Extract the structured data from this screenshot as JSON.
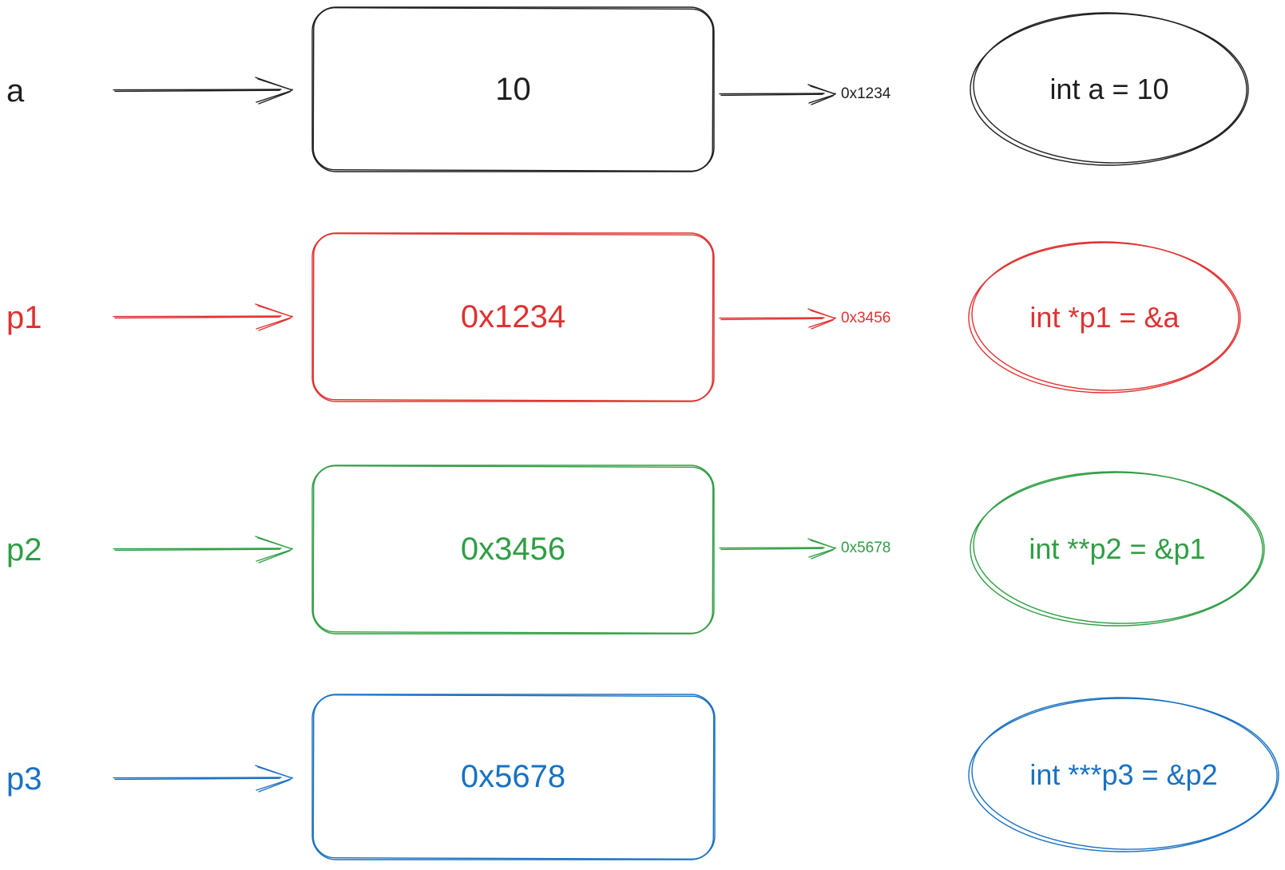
{
  "diagram": {
    "description_visible_text_only": true,
    "colors": {
      "variable_a": "#1e1e1e",
      "pointer_p1": "#e03131",
      "pointer_p2": "#2f9e44",
      "pointer_p3": "#1971c2"
    },
    "rows": [
      {
        "id": "a",
        "var_label": "a",
        "box_value": "10",
        "address_label": "0x1234",
        "declaration": "int a = 10",
        "color": "#1e1e1e"
      },
      {
        "id": "p1",
        "var_label": "p1",
        "box_value": "0x1234",
        "address_label": "0x3456",
        "declaration": "int *p1 = &a",
        "color": "#e03131"
      },
      {
        "id": "p2",
        "var_label": "p2",
        "box_value": "0x3456",
        "address_label": "0x5678",
        "declaration": "int **p2 = &p1",
        "color": "#2f9e44"
      },
      {
        "id": "p3",
        "var_label": "p3",
        "box_value": "0x5678",
        "address_label": "",
        "declaration": "int ***p3 = &p2",
        "color": "#1971c2"
      }
    ]
  }
}
